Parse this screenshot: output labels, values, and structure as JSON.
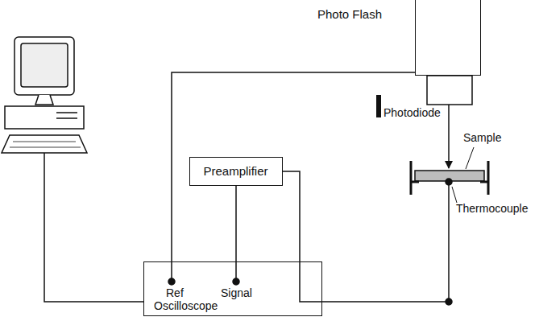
{
  "diagram": {
    "nodes": [
      {
        "text": [
          "Photo Flash"
        ]
      },
      {
        "text": [
          "Preamplifier"
        ]
      },
      {
        "text": [
          "Ref",
          "Signal",
          "Oscilloscope"
        ]
      }
    ],
    "edges": [
      {
        "from": 0,
        "to": 2,
        "arrow": "none"
      },
      {
        "from": 1,
        "to": 2,
        "arrow": "none"
      }
    ],
    "labels": [
      "Photodiode",
      "Sample",
      "Thermocouple"
    ]
  }
}
